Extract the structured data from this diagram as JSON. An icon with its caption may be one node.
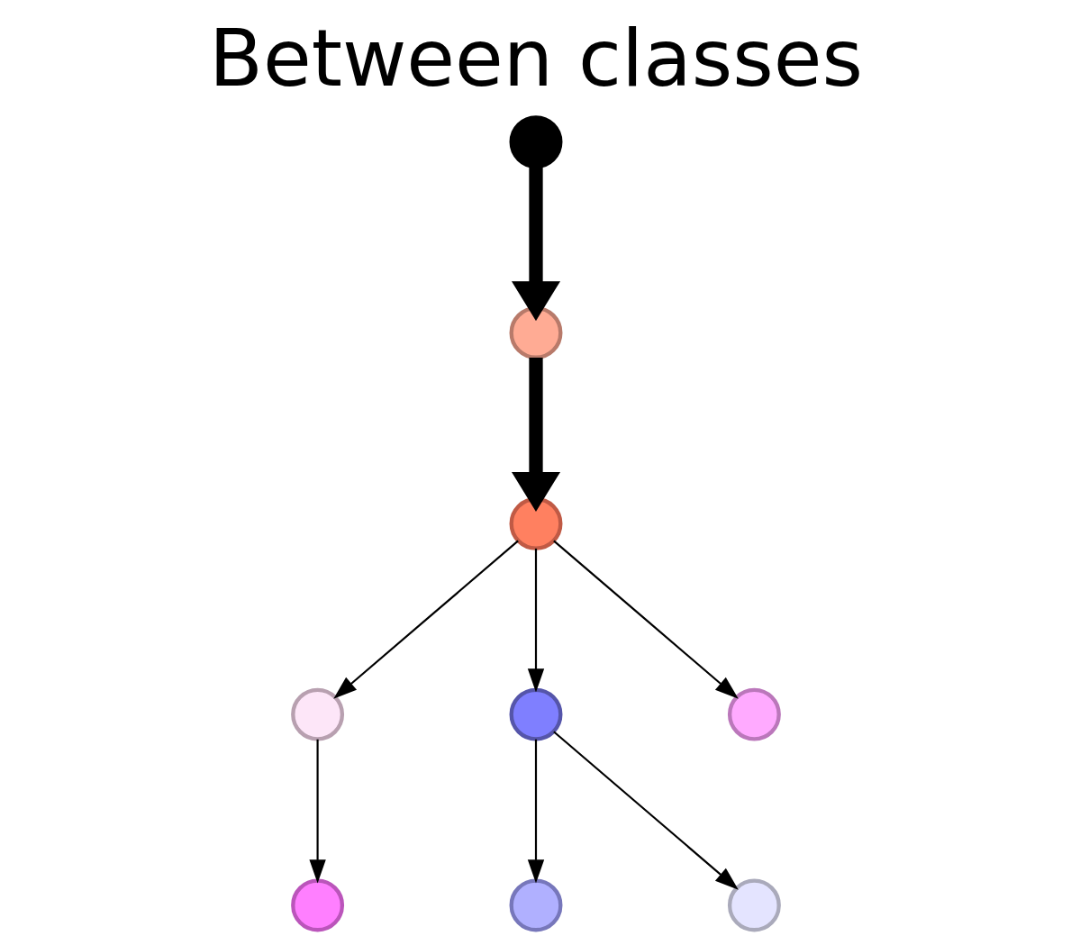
{
  "diagram": {
    "title": "Between classes",
    "nodes": [
      {
        "text": [],
        "shape": "circle"
      },
      {
        "text": [],
        "shape": "circle"
      },
      {
        "text": [],
        "shape": "circle"
      },
      {
        "text": [],
        "shape": "circle"
      },
      {
        "text": [],
        "shape": "circle"
      },
      {
        "text": [],
        "shape": "circle"
      },
      {
        "text": [],
        "shape": "circle"
      },
      {
        "text": [],
        "shape": "circle"
      },
      {
        "text": [],
        "shape": "circle"
      }
    ],
    "edges": [
      {
        "from": 0,
        "to": 1,
        "arrow": "to",
        "style": "thick"
      },
      {
        "from": 1,
        "to": 2,
        "arrow": "to",
        "style": "thick"
      },
      {
        "from": 2,
        "to": 3,
        "arrow": "to"
      },
      {
        "from": 2,
        "to": 4,
        "arrow": "to"
      },
      {
        "from": 2,
        "to": 5,
        "arrow": "to"
      },
      {
        "from": 3,
        "to": 6,
        "arrow": "to"
      },
      {
        "from": 4,
        "to": 7,
        "arrow": "to"
      },
      {
        "from": 4,
        "to": 8,
        "arrow": "to"
      }
    ]
  }
}
